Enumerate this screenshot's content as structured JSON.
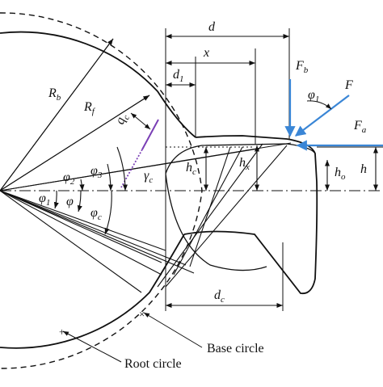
{
  "labels": {
    "d": "d",
    "x": "x",
    "d1": {
      "main": "d",
      "sub": "1"
    },
    "Rb": {
      "main": "R",
      "sub": "b"
    },
    "Rf": {
      "main": "R",
      "sub": "f"
    },
    "qc": {
      "main": "q",
      "sub": "c"
    },
    "gamma_c": {
      "main": "γ",
      "sub": "c"
    },
    "phi2": {
      "main": "φ",
      "sub": "2"
    },
    "phi3": {
      "main": "φ",
      "sub": "3"
    },
    "phi1_left": {
      "main": "φ",
      "sub": "1"
    },
    "phi": "φ",
    "phic": {
      "main": "φ",
      "sub": "c"
    },
    "hc": {
      "main": "h",
      "sub": "c"
    },
    "hx": {
      "main": "h",
      "sub": "x"
    },
    "ho": {
      "main": "h",
      "sub": "o"
    },
    "h": "h",
    "dc": {
      "main": "d",
      "sub": "c"
    },
    "Fb": {
      "main": "F",
      "sub": "b"
    },
    "phi1_force": {
      "main": "φ",
      "sub": "1"
    },
    "F": "F",
    "Fa": {
      "main": "F",
      "sub": "a"
    }
  },
  "callouts": {
    "base_circle": "Base circle",
    "root_circle": "Root circle"
  },
  "colors": {
    "line": "#111111",
    "force_arrows": "#3a86d6",
    "pressure_line": "#7a3fb5"
  }
}
